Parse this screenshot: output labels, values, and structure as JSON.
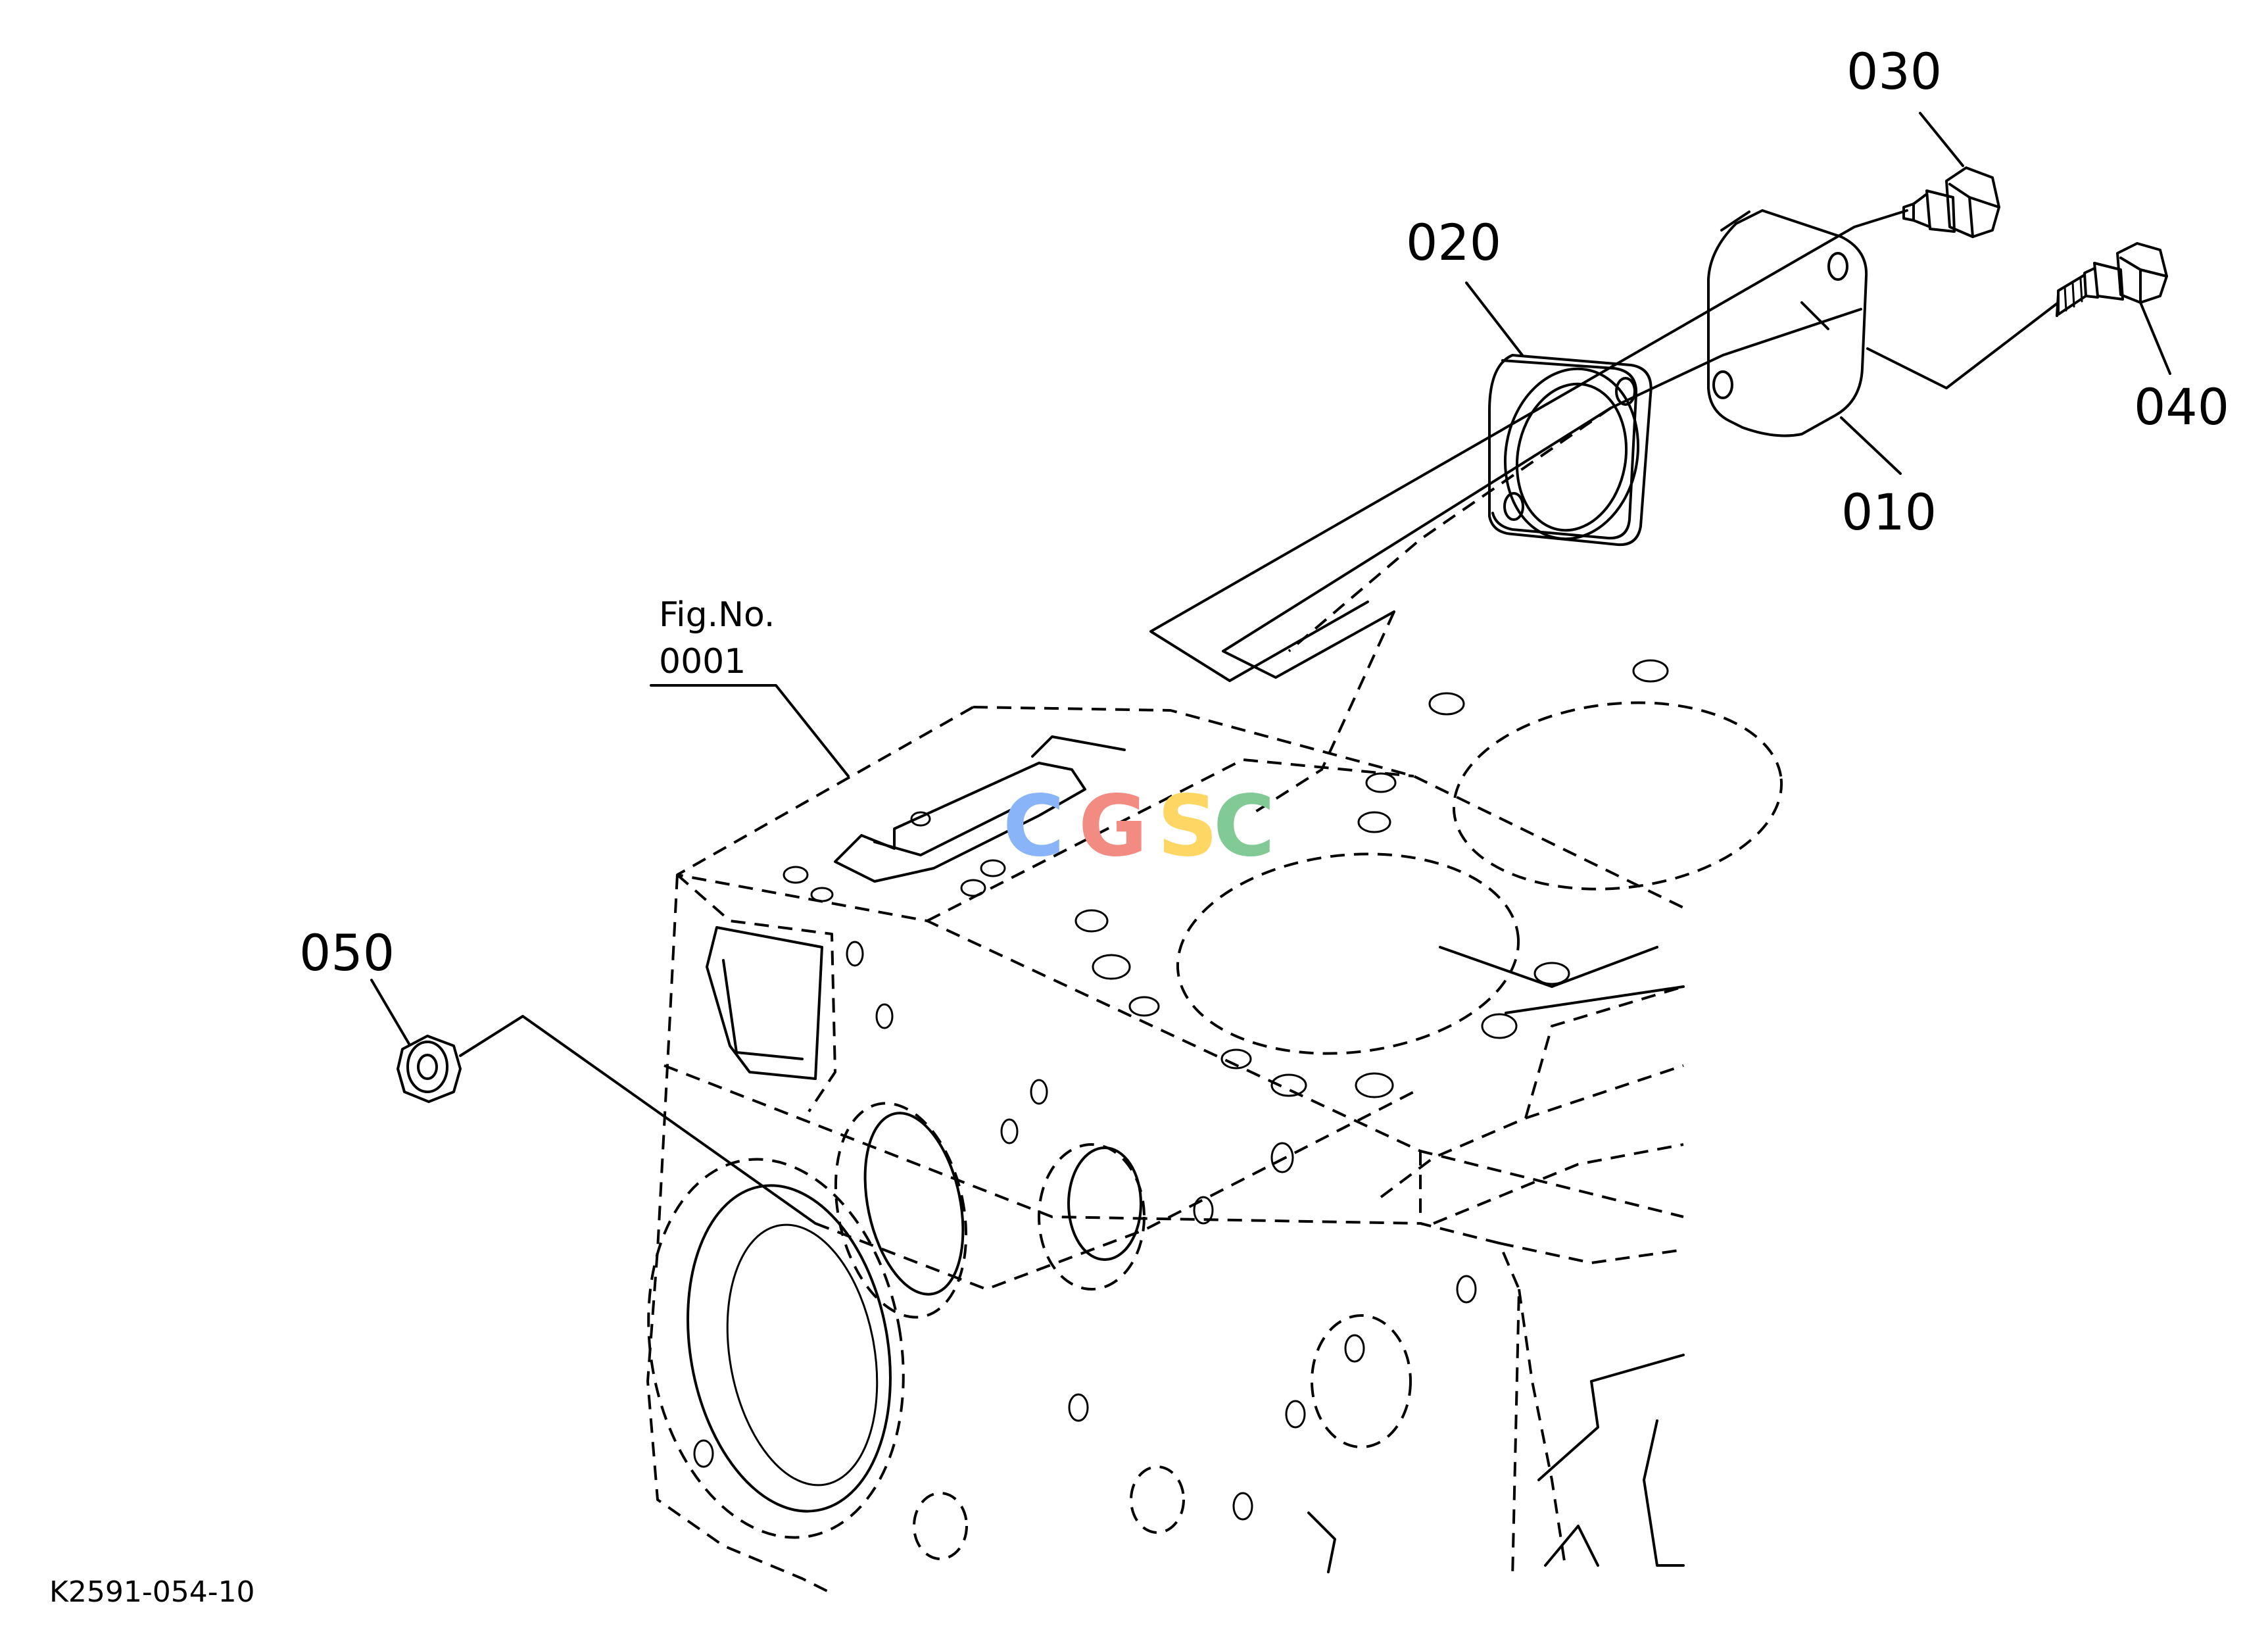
{
  "callouts": {
    "c010": "010",
    "c020": "020",
    "c030": "030",
    "c040": "040",
    "c050": "050"
  },
  "figure_ref": {
    "label": "Fig.No.",
    "number": "0001"
  },
  "drawing_id": "K2591-054-10",
  "watermark": {
    "letters": [
      "C",
      "G",
      "S",
      "C"
    ],
    "colors": [
      "#8ab4f8",
      "#f28b82",
      "#fdd663",
      "#81c995"
    ]
  }
}
